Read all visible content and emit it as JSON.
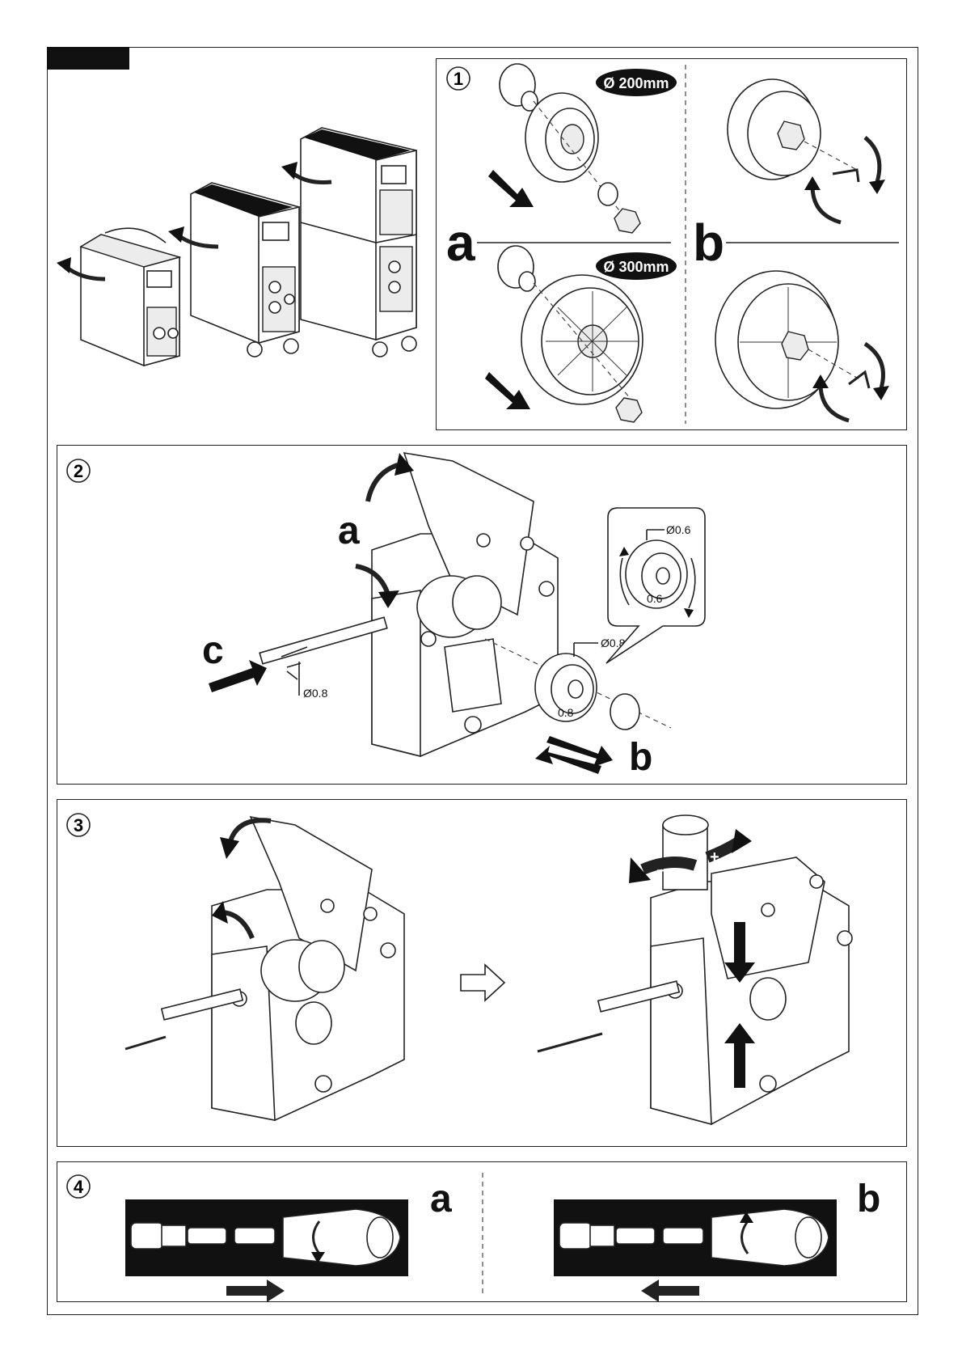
{
  "panels": {
    "p1": {
      "step": "1",
      "sub_a": "a",
      "sub_b": "b",
      "spool_small": "Ø 200mm",
      "spool_large": "Ø 300mm"
    },
    "p2": {
      "step": "2",
      "sub_a": "a",
      "sub_b": "b",
      "sub_c": "c",
      "wire_dia": "Ø0.8",
      "roller_dia": "Ø0.8",
      "roller_engraving": "0.8",
      "alt_roller_dia": "Ø0.6",
      "alt_roller_engraving": "0.6"
    },
    "p3": {
      "step": "3",
      "plus": "+",
      "minus": "−"
    },
    "p4": {
      "step": "4",
      "sub_a": "a",
      "sub_b": "b"
    }
  },
  "colors": {
    "ink": "#111111",
    "paper": "#ffffff"
  }
}
